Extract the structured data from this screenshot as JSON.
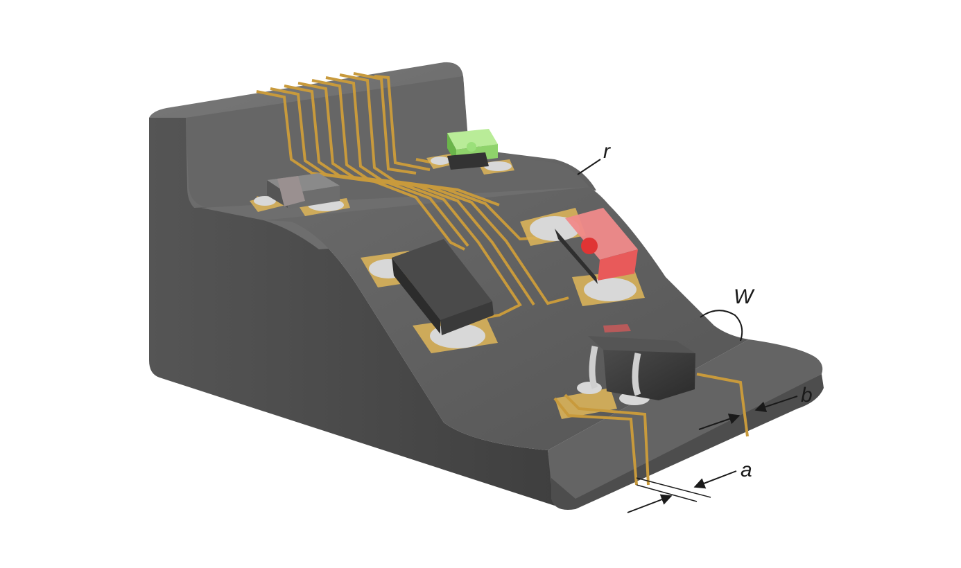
{
  "labels": {
    "r": "r",
    "w": "W",
    "b": "b",
    "a": "a"
  },
  "colors": {
    "body_top": "#6b6b6b",
    "body_side": "#4a4a4a",
    "body_front": "#5a5a5a",
    "trace": "#c89a3c",
    "pad": "#d9b25a",
    "solder": "#d8d8d8",
    "component": "#3c3c3c",
    "led_green": "#9be07a",
    "led_red": "#e85a5a"
  }
}
